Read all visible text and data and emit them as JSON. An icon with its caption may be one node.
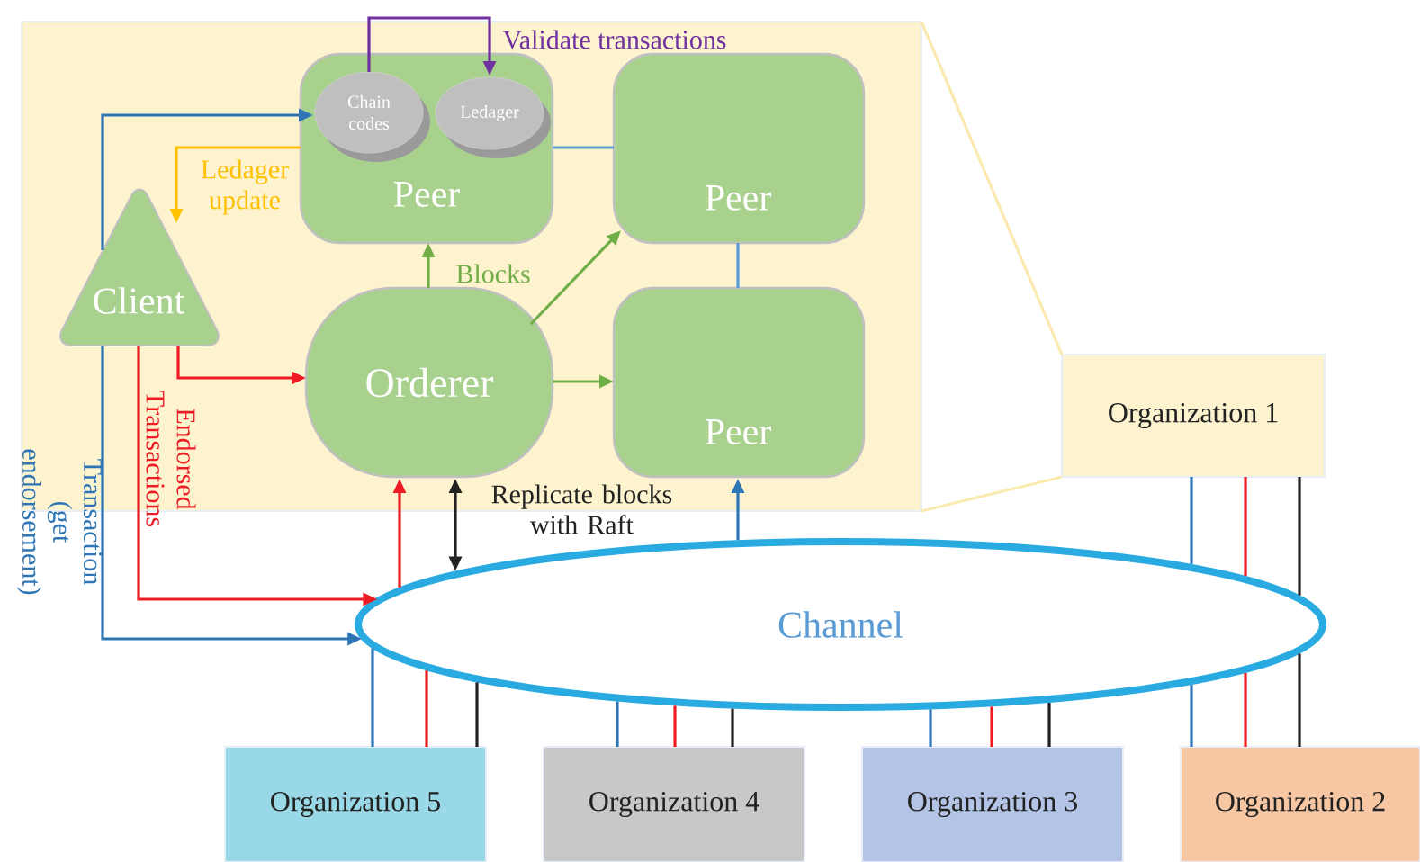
{
  "diagram": {
    "nodes": [
      {
        "text": [],
        "shape": "box"
      },
      {
        "text": [
          "Peer"
        ],
        "in": 0
      },
      {
        "text": [
          "Chain codes"
        ],
        "in": 1
      },
      {
        "text": [
          "Ledager"
        ],
        "in": 1
      },
      {
        "text": [
          "Peer"
        ],
        "in": 0
      },
      {
        "text": [
          "Client"
        ],
        "in": 0
      },
      {
        "text": [
          "Orderer"
        ],
        "in": 0
      },
      {
        "text": [
          "Peer"
        ],
        "in": 0
      },
      {
        "text": [
          "Channel"
        ]
      },
      {
        "text": [
          "Organization 1"
        ]
      },
      {
        "text": [
          "Organization 5"
        ]
      },
      {
        "text": [
          "Organization 4"
        ]
      },
      {
        "text": [
          "Organization 3"
        ]
      },
      {
        "text": [
          "Organization 2"
        ]
      }
    ],
    "edges": [
      {
        "from": 5,
        "to": 2,
        "arrow": "to",
        "color": "#2e75b6"
      },
      {
        "from": 1,
        "to": 5,
        "arrow": "to",
        "color": "#ffc000",
        "label": "Ledager update"
      },
      {
        "from": 2,
        "to": 3,
        "arrow": "to",
        "color": "#7030a0",
        "label": "Validate transactions"
      },
      {
        "from": 6,
        "to": 1,
        "arrow": "to",
        "color": "#70ad47",
        "label": "Blocks"
      },
      {
        "from": 6,
        "to": 4,
        "arrow": "to",
        "color": "#70ad47"
      },
      {
        "from": 6,
        "to": 7,
        "arrow": "to",
        "color": "#70ad47"
      },
      {
        "from": 1,
        "to": 4,
        "arrow": "none",
        "color": "#5b9bd5"
      },
      {
        "from": 4,
        "to": 7,
        "arrow": "none",
        "color": "#5b9bd5"
      },
      {
        "from": 5,
        "to": 6,
        "arrow": "to",
        "color": "#ee1c24"
      },
      {
        "from": 5,
        "to": 8,
        "arrow": "to",
        "color": "#ee1c24",
        "label": "Endorsed Transactions"
      },
      {
        "from": 5,
        "to": 8,
        "arrow": "to",
        "color": "#2e75b6",
        "label": "Transaction (get endorsement)"
      },
      {
        "from": 8,
        "to": 6,
        "arrow": "to",
        "color": "#ee1c24"
      },
      {
        "from": 6,
        "to": 8,
        "arrow": "both",
        "color": "#222222",
        "label": "Replicate blocks with Raft"
      },
      {
        "from": 8,
        "to": 7,
        "arrow": "to",
        "color": "#2e75b6"
      },
      {
        "from": 9,
        "to": 8,
        "arrow": "none",
        "color": "#2e75b6"
      },
      {
        "from": 9,
        "to": 8,
        "arrow": "none",
        "color": "#ee1c24"
      },
      {
        "from": 9,
        "to": 8,
        "arrow": "none",
        "color": "#222222"
      },
      {
        "from": 13,
        "to": 8,
        "arrow": "none",
        "color": "#2e75b6"
      },
      {
        "from": 13,
        "to": 8,
        "arrow": "none",
        "color": "#ee1c24"
      },
      {
        "from": 13,
        "to": 8,
        "arrow": "none",
        "color": "#222222"
      },
      {
        "from": 12,
        "to": 8,
        "arrow": "none",
        "color": "#2e75b6"
      },
      {
        "from": 12,
        "to": 8,
        "arrow": "none",
        "color": "#ee1c24"
      },
      {
        "from": 12,
        "to": 8,
        "arrow": "none",
        "color": "#222222"
      },
      {
        "from": 11,
        "to": 8,
        "arrow": "none",
        "color": "#2e75b6"
      },
      {
        "from": 11,
        "to": 8,
        "arrow": "none",
        "color": "#ee1c24"
      },
      {
        "from": 11,
        "to": 8,
        "arrow": "none",
        "color": "#222222"
      },
      {
        "from": 10,
        "to": 8,
        "arrow": "none",
        "color": "#2e75b6"
      },
      {
        "from": 10,
        "to": 8,
        "arrow": "none",
        "color": "#ee1c24"
      },
      {
        "from": 10,
        "to": 8,
        "arrow": "none",
        "color": "#222222"
      },
      {
        "from": 0,
        "to": 9,
        "arrow": "none",
        "color": "#fbeab0"
      },
      {
        "from": 0,
        "to": 9,
        "arrow": "none",
        "color": "#fbeab0"
      }
    ]
  }
}
